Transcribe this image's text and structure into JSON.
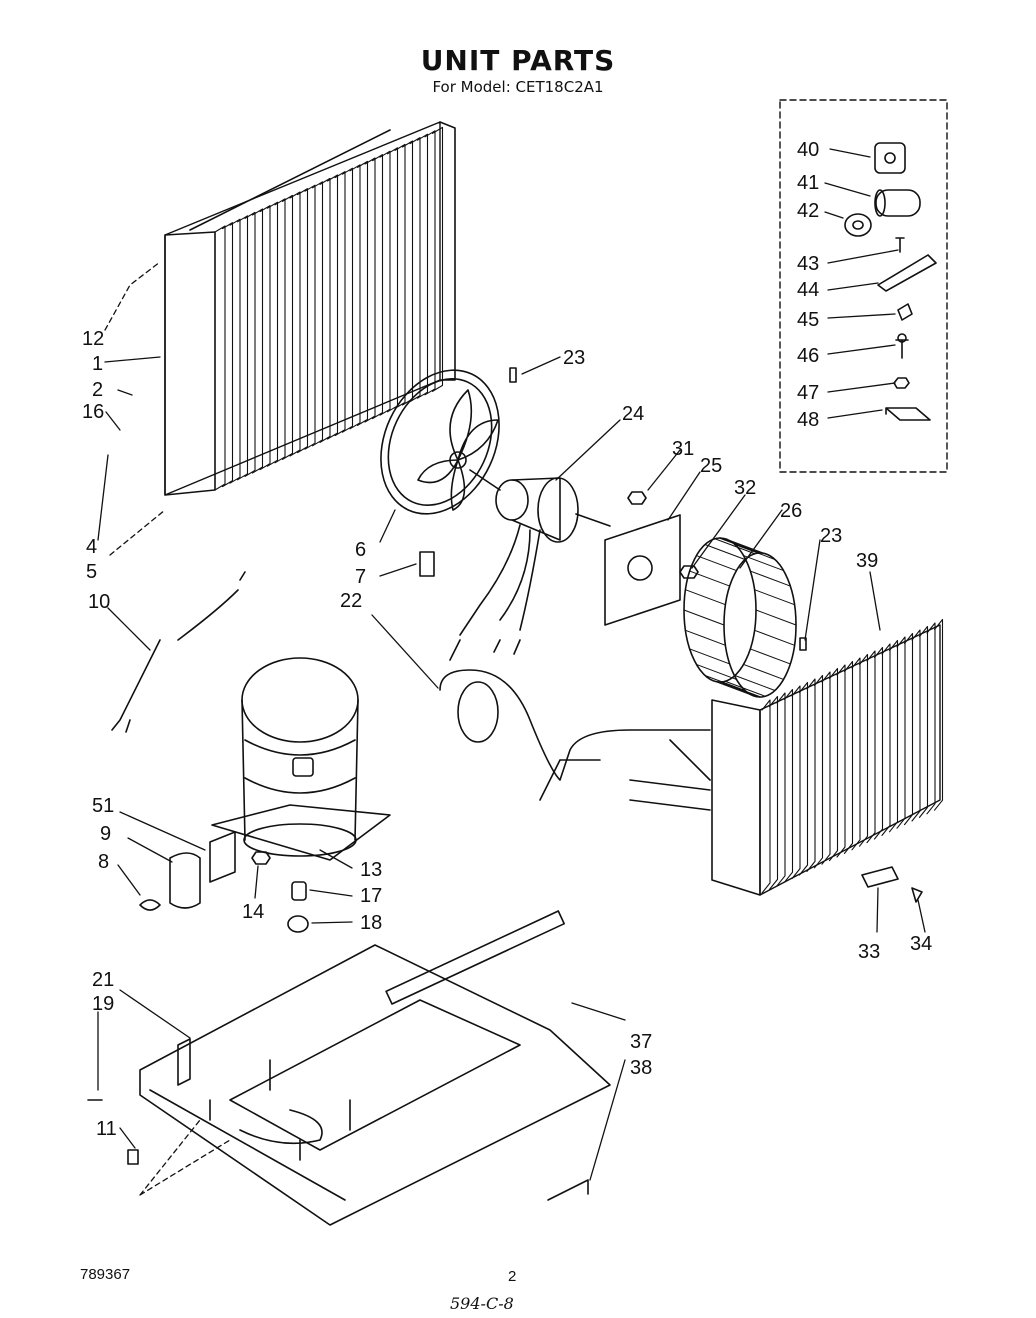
{
  "title": "UNIT PARTS",
  "subtitle": "For Model: CET18C2A1",
  "doc_id": "789367",
  "page_number": "2",
  "handwritten_note": "594-C-8",
  "callouts": [
    {
      "id": "c40",
      "label": "40"
    },
    {
      "id": "c41",
      "label": "41"
    },
    {
      "id": "c42",
      "label": "42"
    },
    {
      "id": "c43",
      "label": "43"
    },
    {
      "id": "c44",
      "label": "44"
    },
    {
      "id": "c45",
      "label": "45"
    },
    {
      "id": "c46",
      "label": "46"
    },
    {
      "id": "c47",
      "label": "47"
    },
    {
      "id": "c48",
      "label": "48"
    },
    {
      "id": "c12",
      "label": "12"
    },
    {
      "id": "c1",
      "label": "1"
    },
    {
      "id": "c2",
      "label": "2"
    },
    {
      "id": "c16",
      "label": "16"
    },
    {
      "id": "c4",
      "label": "4"
    },
    {
      "id": "c5",
      "label": "5"
    },
    {
      "id": "c23a",
      "label": "23"
    },
    {
      "id": "c24",
      "label": "24"
    },
    {
      "id": "c31",
      "label": "31"
    },
    {
      "id": "c25",
      "label": "25"
    },
    {
      "id": "c32",
      "label": "32"
    },
    {
      "id": "c26",
      "label": "26"
    },
    {
      "id": "c23b",
      "label": "23"
    },
    {
      "id": "c39",
      "label": "39"
    },
    {
      "id": "c6",
      "label": "6"
    },
    {
      "id": "c7",
      "label": "7"
    },
    {
      "id": "c22",
      "label": "22"
    },
    {
      "id": "c10",
      "label": "10"
    },
    {
      "id": "c51",
      "label": "51"
    },
    {
      "id": "c9",
      "label": "9"
    },
    {
      "id": "c8",
      "label": "8"
    },
    {
      "id": "c13",
      "label": "13"
    },
    {
      "id": "c14",
      "label": "14"
    },
    {
      "id": "c17",
      "label": "17"
    },
    {
      "id": "c18",
      "label": "18"
    },
    {
      "id": "c33",
      "label": "33"
    },
    {
      "id": "c34",
      "label": "34"
    },
    {
      "id": "c21",
      "label": "21"
    },
    {
      "id": "c19",
      "label": "19"
    },
    {
      "id": "c37",
      "label": "37"
    },
    {
      "id": "c38",
      "label": "38"
    },
    {
      "id": "c11",
      "label": "11"
    }
  ]
}
